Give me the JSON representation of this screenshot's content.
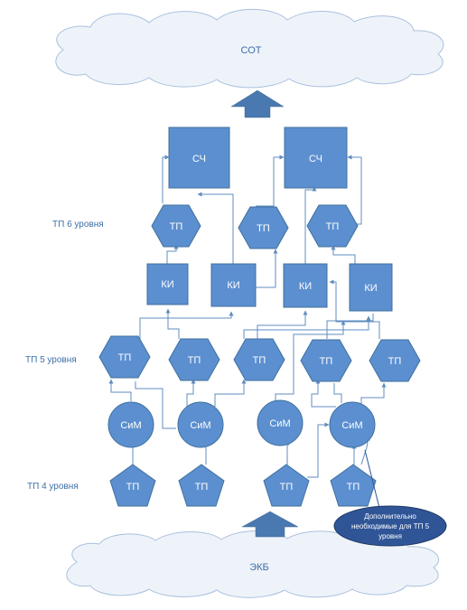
{
  "top_cloud": {
    "label": "СОТ"
  },
  "bottom_cloud": {
    "label": "ЭКБ"
  },
  "levels": {
    "level6": "ТП 6 уровня",
    "level5": "ТП 5 уровня",
    "level4": "ТП 4 уровня"
  },
  "squares": [
    "СЧ",
    "СЧ"
  ],
  "tp6": [
    "ТП",
    "ТП",
    "ТП"
  ],
  "ki": [
    "КИ",
    "КИ",
    "КИ",
    "КИ"
  ],
  "tp5": [
    "ТП",
    "ТП",
    "ТП",
    "ТП",
    "ТП"
  ],
  "sim": [
    "СиМ",
    "СиМ",
    "СиМ",
    "СиМ"
  ],
  "tp4": [
    "ТП",
    "ТП",
    "ТП",
    "ТП"
  ],
  "note": {
    "line1": "Дополнительно",
    "line2": "необходимые для ТП 5",
    "line3": "уровня"
  },
  "colors": {
    "shape_fill": "#5b8fd0",
    "shape_stroke": "#41719c",
    "connector": "#5f8cc0",
    "cloud_fill": "#eef3fa",
    "cloud_stroke": "#a9c0de",
    "note_fill": "#2f5597"
  }
}
